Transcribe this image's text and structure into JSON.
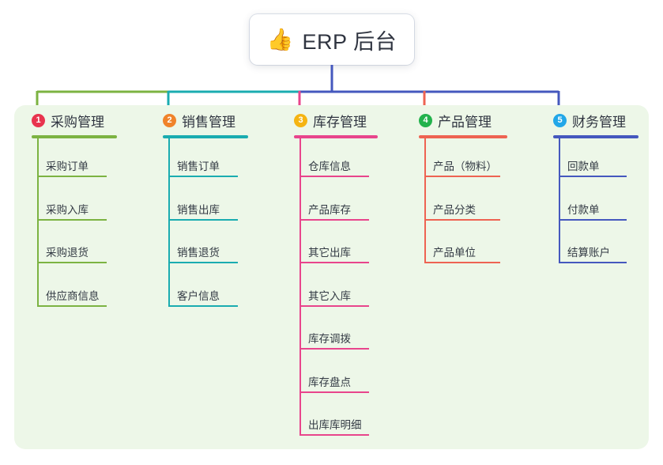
{
  "root": {
    "icon": "thumbs-up-icon",
    "emoji": "👍",
    "label": "ERP 后台"
  },
  "panel": {
    "background_color": "#EDF7E8"
  },
  "columns": [
    {
      "number": "1",
      "title": "采购管理",
      "color": "#7CB342",
      "badge_color": "#E8344E",
      "items": [
        "采购订单",
        "采购入库",
        "采购退货",
        "供应商信息"
      ]
    },
    {
      "number": "2",
      "title": "销售管理",
      "color": "#1AACB0",
      "badge_color": "#F0832A",
      "items": [
        "销售订单",
        "销售出库",
        "销售退货",
        "客户信息"
      ]
    },
    {
      "number": "3",
      "title": "库存管理",
      "color": "#E8458C",
      "badge_color": "#F5B412",
      "items": [
        "仓库信息",
        "产品库存",
        "其它出库",
        "其它入库",
        "库存调拨",
        "库存盘点",
        "出库库明细"
      ]
    },
    {
      "number": "4",
      "title": "产品管理",
      "color": "#EE6352",
      "badge_color": "#22B24C",
      "items": [
        "产品（物料）",
        "产品分类",
        "产品单位"
      ]
    },
    {
      "number": "5",
      "title": "财务管理",
      "color": "#4558BE",
      "badge_color": "#22A7E8",
      "items": [
        "回款单",
        "付款单",
        "结算账户"
      ]
    }
  ],
  "connectors": {
    "bar_segments": [
      {
        "from": "col1",
        "to": "col2",
        "color": "#7CB342"
      },
      {
        "from": "col2",
        "to": "col3",
        "color": "#1AACB0"
      },
      {
        "from": "col3",
        "to": "col5",
        "color": "#4558BE"
      }
    ],
    "root_stem_color": "#4558BE"
  }
}
